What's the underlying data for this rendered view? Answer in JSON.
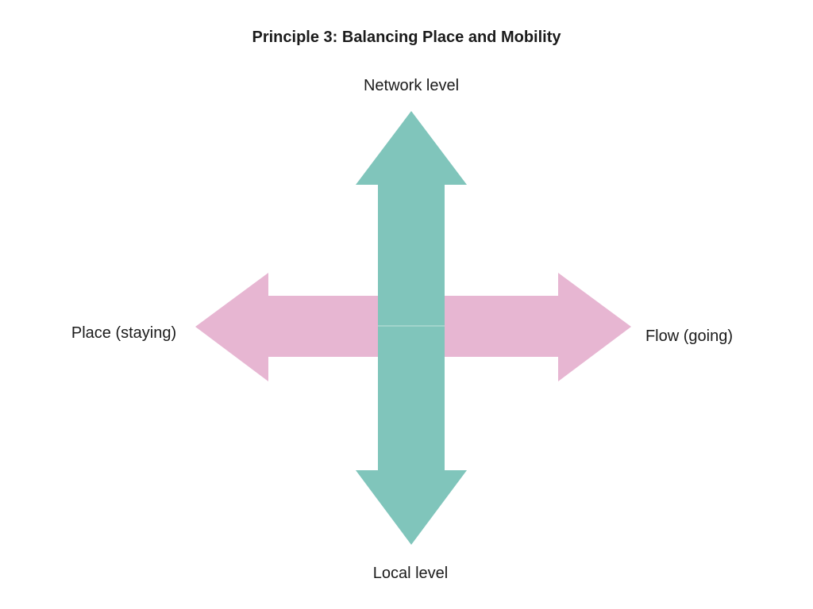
{
  "slide": {
    "title": "Principle 3: Balancing Place and Mobility",
    "labels": {
      "top": "Network level",
      "bottom": "Local level",
      "left": "Place (staying)",
      "right": "Flow (going)"
    },
    "arrows": {
      "vertical_name": "network-local axis",
      "horizontal_name": "place-flow axis"
    },
    "colors": {
      "background": "#ffffff",
      "text": "#1b1b1b",
      "vertical_arrow_teal": "#80c5bb",
      "horizontal_arrow_pink": "#e7b6d2",
      "seam_line": "rgba(255,255,255,0.35)"
    }
  }
}
